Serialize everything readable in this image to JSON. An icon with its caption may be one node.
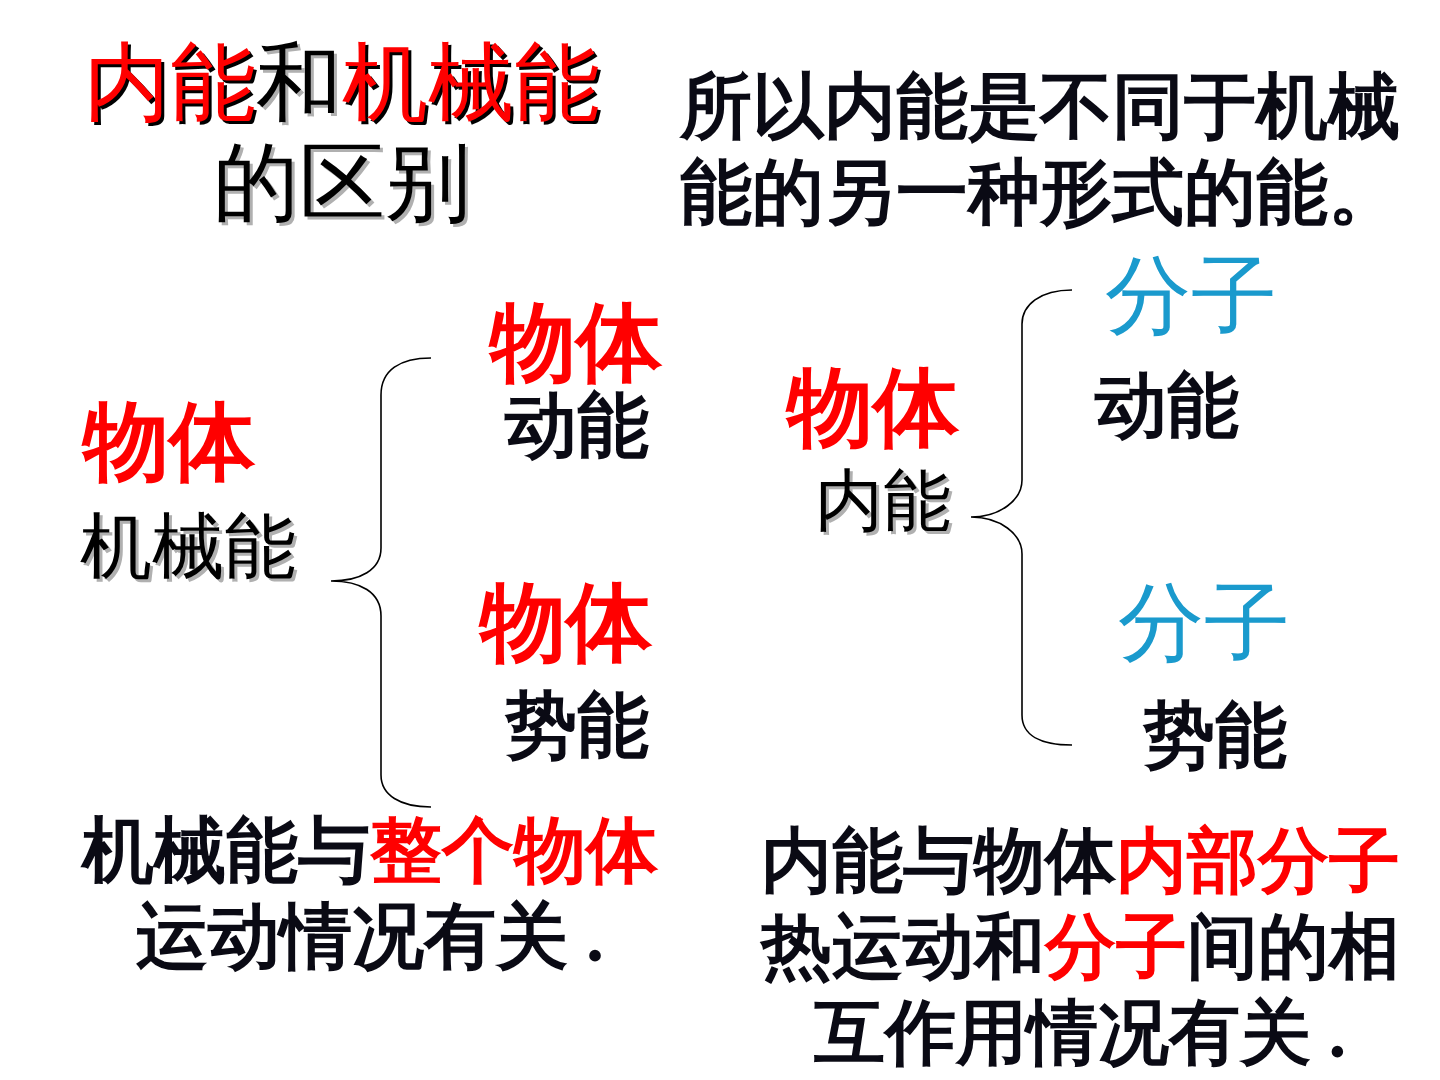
{
  "diagram": {
    "title": "**内能**和**机械能**的区别",
    "labels": [
      "所以内能是不同于机械能的另一种形式的能。",
      "物体",
      "机械能",
      "物体",
      "动能",
      "物体",
      "势能",
      "物体",
      "内能",
      "分子",
      "动能",
      "分子",
      "势能",
      "机械能与**整个物体**运动情况有关 .",
      "内能与物体**内部分子**热运动和**分子**间的相互作用情况有关 ."
    ]
  }
}
